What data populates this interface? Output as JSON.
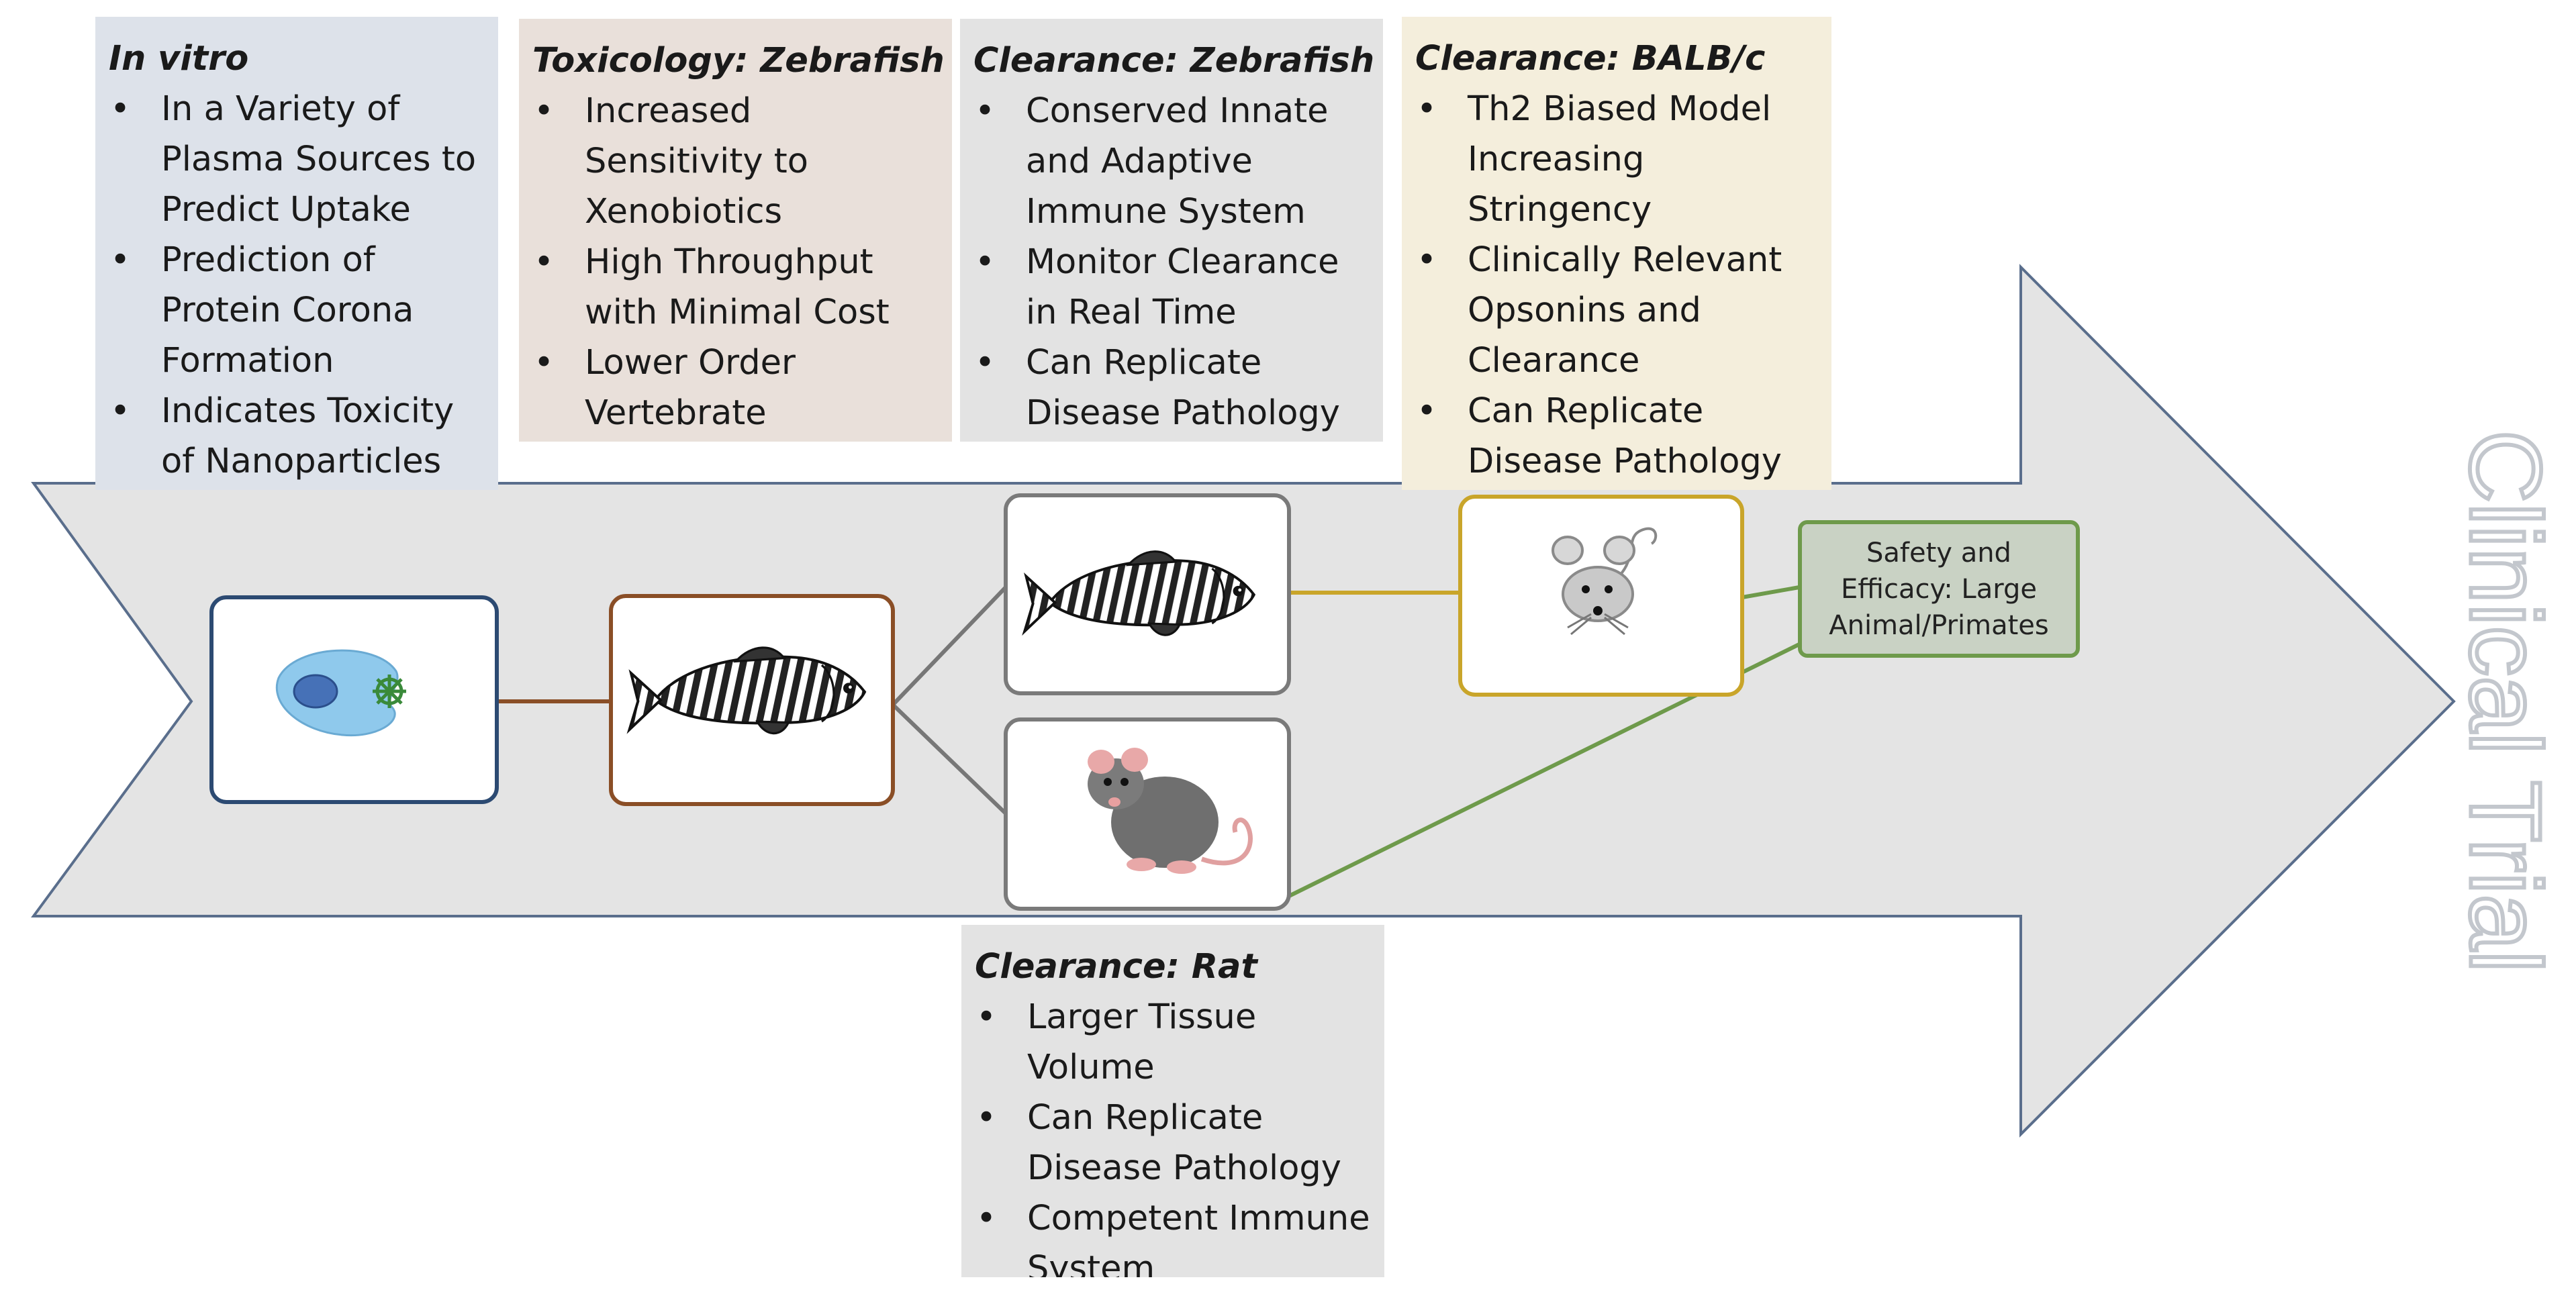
{
  "panels": {
    "invitro": {
      "title": "In vitro",
      "items": [
        "In a Variety of Plasma Sources to Predict Uptake",
        "Prediction of Protein Corona Formation",
        "Indicates Toxicity of Nanoparticles"
      ]
    },
    "tox_zebrafish": {
      "title": "Toxicology: Zebrafish",
      "items": [
        "Increased Sensitivity to Xenobiotics",
        "High Throughput with Minimal Cost",
        "Lower Order Vertebrate"
      ]
    },
    "clearance_zebrafish": {
      "title": "Clearance: Zebrafish",
      "items": [
        "Conserved Innate and Adaptive Immune System",
        "Monitor Clearance in Real Time",
        "Can Replicate Disease Pathology"
      ]
    },
    "clearance_balbc": {
      "title": "Clearance: BALB/c",
      "items": [
        "Th2 Biased Model Increasing Stringency",
        "Clinically Relevant Opsonins and Clearance",
        "Can Replicate Disease Pathology"
      ]
    },
    "clearance_rat": {
      "title": "Clearance: Rat",
      "items": [
        "Larger Tissue Volume",
        "Can Replicate Disease Pathology",
        "Competent Immune System"
      ]
    }
  },
  "final_box": {
    "label": "Safety and Efficacy: Large Animal/Primates"
  },
  "arrow_label": "Clinical Trial",
  "icons": {
    "cell": "cell-nanoparticle-icon",
    "zebrafish": "zebrafish-icon",
    "mouse": "mouse-icon",
    "rat": "rat-icon"
  },
  "colors": {
    "arrow_fill": "#e4e4e4",
    "arrow_stroke": "#5a6e8c",
    "invitro_border": "#2c4a72",
    "tox_border": "#8a4e26",
    "zf_border": "#7a7a7a",
    "balb_border": "#c9a52a",
    "rat_border": "#7a7a7a",
    "final_border": "#6e9a4b",
    "clinical_text": "#c9ccd1"
  }
}
